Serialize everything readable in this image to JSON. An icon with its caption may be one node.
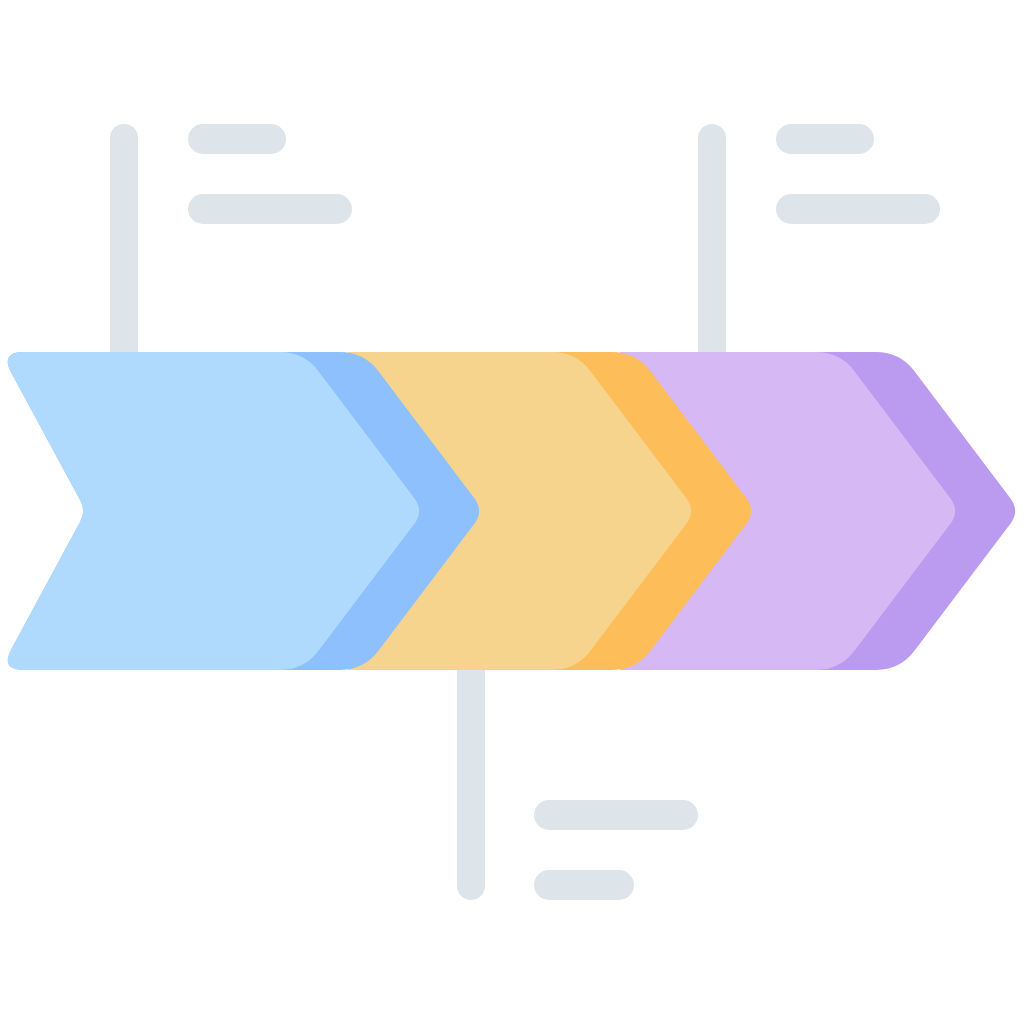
{
  "diagram": {
    "nodes": [
      {
        "text": [],
        "shape": "chevron"
      },
      {
        "text": [],
        "shape": "chevron"
      },
      {
        "text": [],
        "shape": "chevron"
      }
    ]
  }
}
